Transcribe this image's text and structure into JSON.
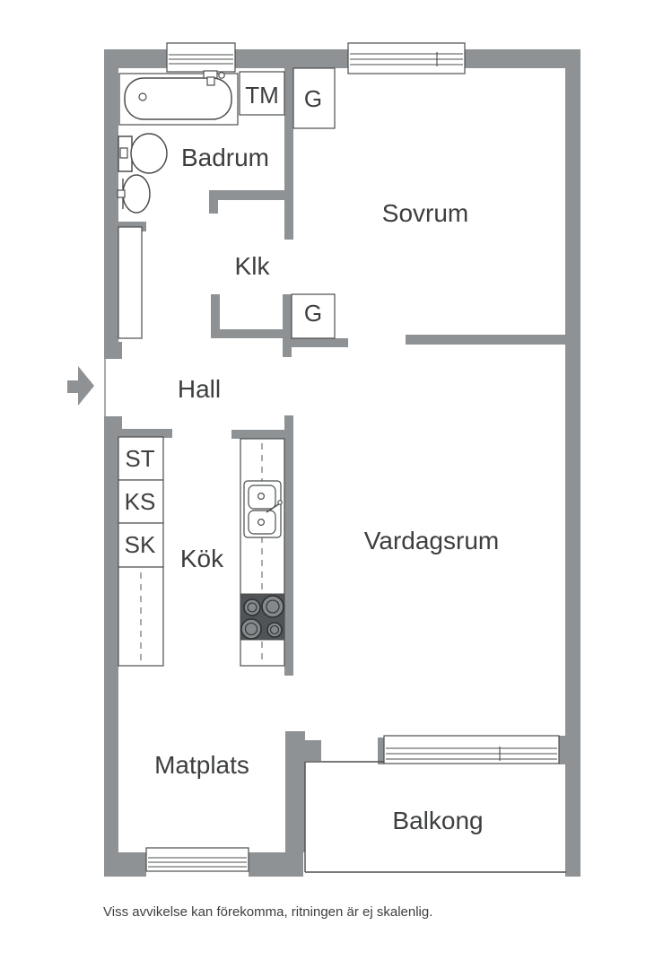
{
  "plan": {
    "room_labels": {
      "badrum": "Badrum",
      "sovrum": "Sovrum",
      "klk": "Klk",
      "hall": "Hall",
      "kok": "Kök",
      "vardagsrum": "Vardagsrum",
      "matplats": "Matplats",
      "balkong": "Balkong"
    },
    "unit_labels": {
      "tm": "TM",
      "g_bedroom": "G",
      "g_hall": "G",
      "st": "ST",
      "ks": "KS",
      "sk": "SK"
    },
    "fixture_icons": [
      "bathtub-icon",
      "toilet-icon",
      "washbasin-icon",
      "kitchen-sink-icon",
      "stove-icon",
      "entrance-arrow-icon",
      "window-icon"
    ]
  },
  "footer": {
    "disclaimer": "Viss avvikelse kan förekomma, ritningen är ej skalenlig."
  },
  "colors": {
    "background": "#ffffff",
    "wall": "#8e9294",
    "outline": "#4b4d4e",
    "text": "#3c3e40",
    "stove": "#505456",
    "burner": "#84898b",
    "dashed": "#6f7375"
  }
}
